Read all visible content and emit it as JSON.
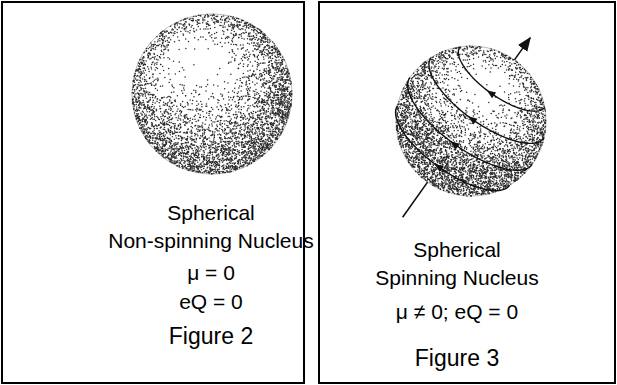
{
  "diagram": {
    "nodes": [
      {
        "text": [
          "Spherical Non-spinning Nucleus",
          "μ = 0",
          "eQ = 0",
          "Figure 2"
        ]
      },
      {
        "text": [
          "Spherical Spinning Nucleus",
          "μ ≠ 0; eQ = 0",
          "Figure 3"
        ]
      }
    ]
  }
}
